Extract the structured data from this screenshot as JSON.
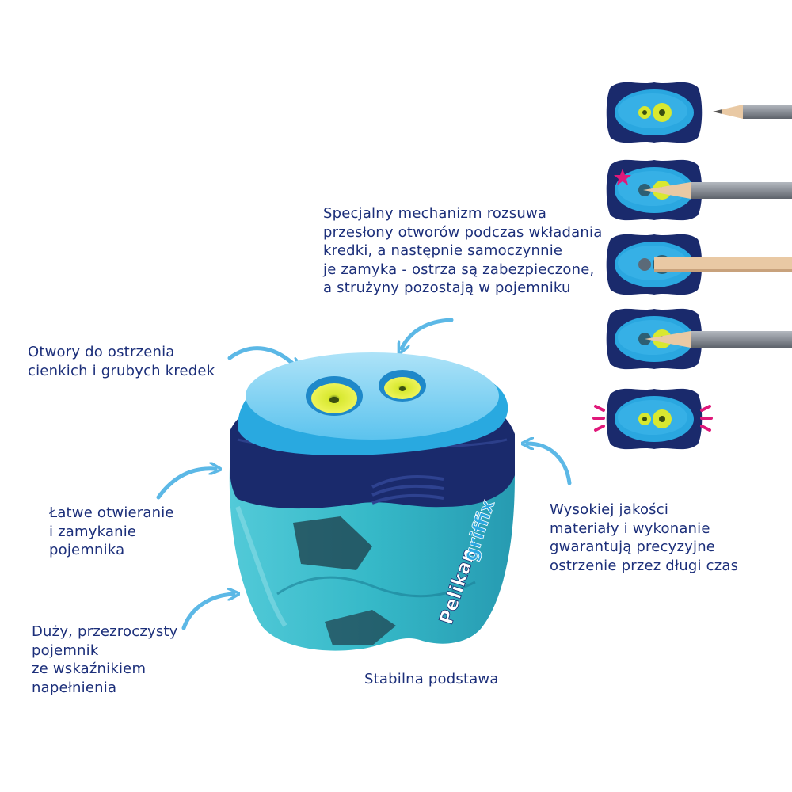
{
  "colors": {
    "text": "#1c2f7a",
    "arrow": "#5cb8e6",
    "lid": "#29a9e0",
    "lid_light": "#8fd6f5",
    "navy": "#1a2a6c",
    "container": "#2bb9c7",
    "yellow": "#e8f02e",
    "pink": "#e0187a",
    "pencil_wood": "#e9c9a4",
    "pencil_body": "#8a8f97"
  },
  "labels": {
    "mechanism": "Specjalny mechanizm rozsuwa\nprzesłony otworów podczas wkładania\nkredki, a następnie samoczynnie\nje zamyka - ostrza są zabezpieczone,\na strużyny pozostają w pojemniku",
    "holes": "Otwory do ostrzenia\ncienkich i grubych kredek",
    "opening": "Łatwe otwieranie\ni zamykanie\npojemnika",
    "quality": "Wysokiej jakości\nmateriały i wykonanie\ngwarantują precyzyjne\nostrzenie przez długi czas",
    "container": "Duży, przezroczysty\npojemnik\nze wskaźnikiem\nnapełnienia",
    "base": "Stabilna podstawa"
  },
  "product": {
    "brand": "Pelikan",
    "model": "griffix",
    "registered": "®"
  },
  "steps": {
    "icons": [
      "step-1-icon",
      "step-2-icon",
      "step-3-icon",
      "step-4-icon",
      "step-5-icon"
    ]
  }
}
